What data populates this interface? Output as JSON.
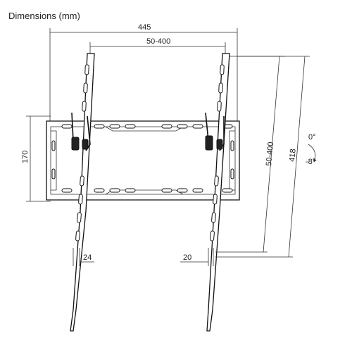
{
  "title": "Dimensions (mm)",
  "dimensions": {
    "total_width": "445",
    "vesa_horizontal": "50-400",
    "plate_height": "170",
    "vesa_vertical": "50-400",
    "total_height": "418",
    "arm_offset_left": "24",
    "arm_offset_right": "20"
  },
  "tilt": {
    "upper": "0°",
    "lower": "-8°"
  }
}
